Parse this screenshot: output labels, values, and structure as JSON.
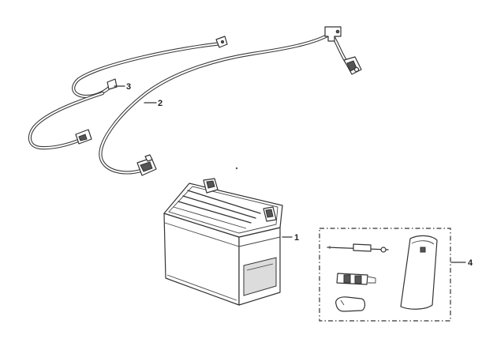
{
  "callouts": {
    "battery": "1",
    "positive_cable": "2",
    "negative_cable": "3",
    "tool_kit": "4"
  },
  "colors": {
    "line": "#333333",
    "background": "#ffffff"
  }
}
